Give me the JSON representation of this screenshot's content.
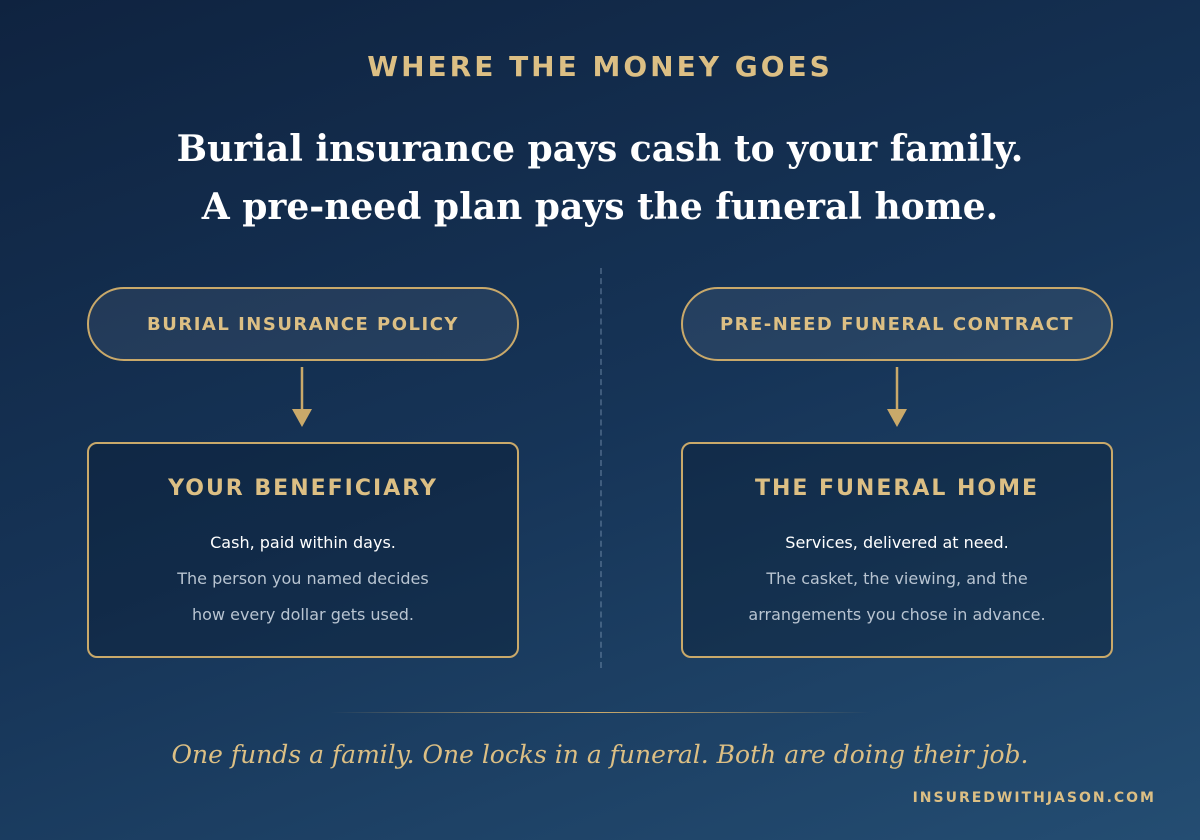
{
  "eyebrow": "WHERE THE MONEY GOES",
  "headline": {
    "line1": "Burial insurance pays cash to your family.",
    "line2": "A pre-need plan pays the funeral home."
  },
  "left": {
    "source": "BURIAL INSURANCE POLICY",
    "recipient": "YOUR BENEFICIARY",
    "lead": "Cash, paid within days.",
    "body_line1": "The person you named decides",
    "body_line2": "how every dollar gets used."
  },
  "right": {
    "source": "PRE-NEED FUNERAL CONTRACT",
    "recipient": "THE FUNERAL HOME",
    "lead": "Services, delivered at need.",
    "body_line1": "The casket, the viewing, and the",
    "body_line2": "arrangements you chose in advance."
  },
  "tagline": "One funds a family. One locks in a funeral. Both are doing their job.",
  "site": "INSUREDWITHJASON.COM",
  "colors": {
    "background_dark": "#0f2340",
    "background_light": "#244d72",
    "accent_gold": "#c9a96a",
    "text_white": "#ffffff",
    "text_muted": "#b8c4d1"
  },
  "icons": {
    "flow_arrow": "arrow-down-icon"
  }
}
